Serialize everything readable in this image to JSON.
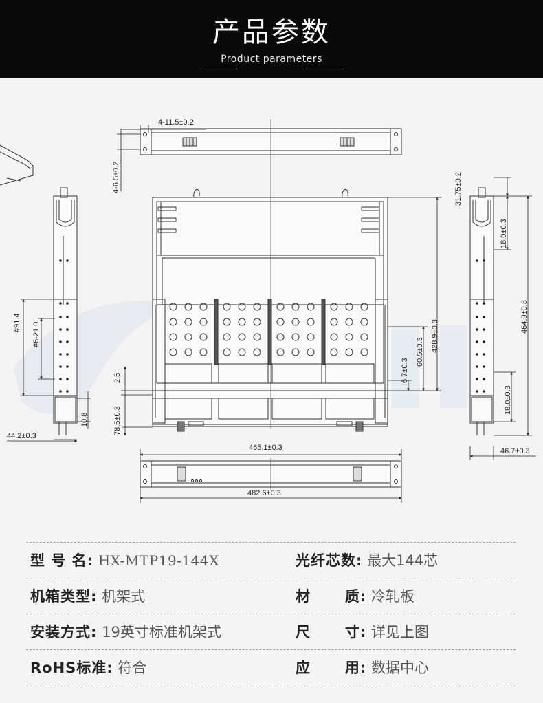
{
  "header": {
    "title": "产品参数",
    "subtitle": "Product parameters"
  },
  "drawing": {
    "dimensions": {
      "top_hole_spacing": "4-11.5±0.2",
      "left_hole_height": "4-6.5±0.2",
      "right_top_offset": "31.75±0.2",
      "right_upper": "18.0±0.3",
      "middle_depth": "428.9±0.3",
      "right_depth": "464.9±0.3",
      "middle_tray": "60.5±0.3",
      "small_offset": "6.7±0.3",
      "right_lower": "18.0±0.3",
      "left_pitch": "#91.4",
      "left_holes": "#6-21.0",
      "left_gap": "2.5",
      "left_bottom": "78.5±0.3",
      "left_foot": "10.8",
      "left_width": "44.2±0.3",
      "right_width": "46.7±0.3",
      "inner_width": "465.1±0.3",
      "outer_width": "482.6±0.3"
    }
  },
  "specs": [
    {
      "label": "型  号  名:",
      "value": "HX-MTP19-144X"
    },
    {
      "label": "光纤芯数:",
      "value": "最大144芯"
    },
    {
      "label": "机箱类型:",
      "value": "机架式"
    },
    {
      "label": "材      质:",
      "value": "冷轧板"
    },
    {
      "label": "安装方式:",
      "value": "19英寸标准机架式"
    },
    {
      "label": "尺      寸:",
      "value": "详见上图"
    },
    {
      "label": "RoHS标准:",
      "value": "符合"
    },
    {
      "label": "应      用:",
      "value": "数据中心"
    }
  ]
}
